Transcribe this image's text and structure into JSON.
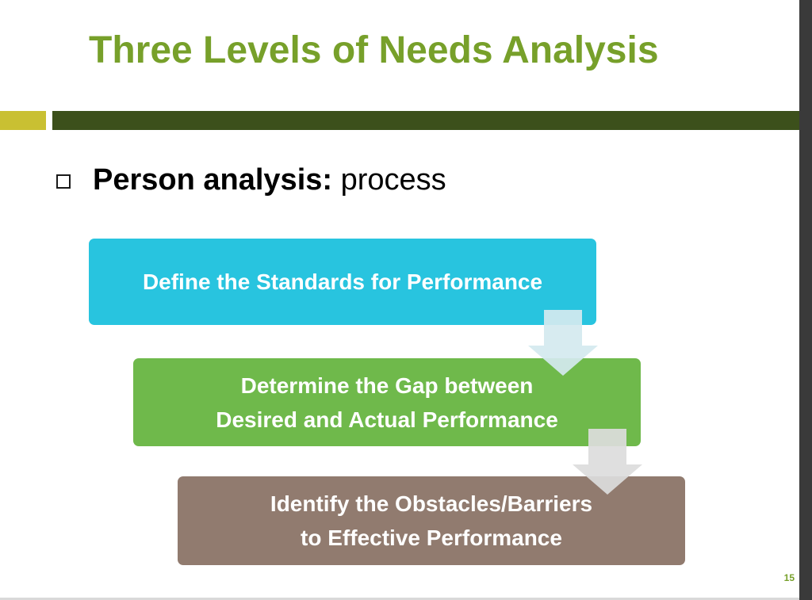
{
  "slide": {
    "title": "Three Levels of Needs Analysis",
    "bullet": {
      "bold_text": "Person analysis:",
      "text": " process"
    },
    "steps": [
      {
        "label": "Define the Standards for Performance",
        "color": "#28c4df"
      },
      {
        "label": "Determine the Gap between\nDesired and Actual Performance",
        "color": "#6fb94b"
      },
      {
        "label": "Identify the Obstacles/Barriers\nto Effective Performance",
        "color": "#917b6f"
      }
    ],
    "page_number": "15"
  },
  "colors": {
    "title": "#77a02a",
    "band_accent": "#c9c032",
    "band_dark": "#3c501b",
    "arrow": "#d4e6ec"
  }
}
